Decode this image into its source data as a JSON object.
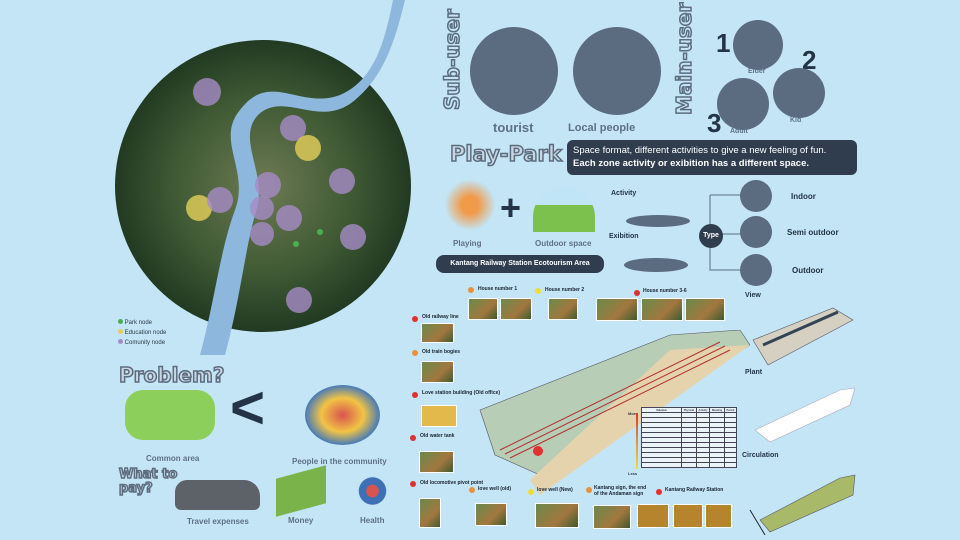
{
  "map": {
    "legend": [
      {
        "label": "Park node",
        "color": "#4caf50"
      },
      {
        "label": "Education node",
        "color": "#e5cf5a"
      },
      {
        "label": "Comunity node",
        "color": "#a68bc7"
      }
    ]
  },
  "users": {
    "sub_user_title": "Sub-user",
    "main_user_title": "Main-user",
    "tourist": "tourist",
    "local": "Local people",
    "elder": "Elder",
    "kid": "Kid",
    "adult": "Adult",
    "n1": "1",
    "n2": "2",
    "n3": "3"
  },
  "playpark": {
    "title": "Play-Park",
    "desc_line1": "Space format, different activities to give a new feeling of fun.",
    "desc_line2": "Each zone activity or exibition has a different space.",
    "playing": "Playing",
    "plus": "+",
    "outdoor_space": "Outdoor space",
    "area_badge": "Kantang Railway Station Ecotourism Area",
    "activity": "Activity",
    "exibition": "Exibition",
    "type": "Type",
    "indoor": "Indoor",
    "semi": "Semi outdoor",
    "outdoor": "Outdoor"
  },
  "problem": {
    "title": "Problem?",
    "common_area": "Common area",
    "less_than": "<",
    "people": "People in the community",
    "what_to_pay": "What to pay?",
    "travel": "Travel expenses",
    "money": "Money",
    "health": "Health"
  },
  "site": {
    "points": [
      {
        "label": "House number 1",
        "color": "#e8903a"
      },
      {
        "label": "House number 2",
        "color": "#eedc3a"
      },
      {
        "label": "House number 3-6",
        "color": "#e03030"
      },
      {
        "label": "Old railway line",
        "color": "#e03030"
      },
      {
        "label": "Old train bogies",
        "color": "#e8903a"
      },
      {
        "label": "Love station building (Old office)",
        "color": "#e03030"
      },
      {
        "label": "Old water tank",
        "color": "#e03030"
      },
      {
        "label": "Old locomotive pivot point",
        "color": "#e03030"
      },
      {
        "label": "love well (old)",
        "color": "#e8903a"
      },
      {
        "label": "love well (New)",
        "color": "#eedc3a"
      },
      {
        "label": "Kantang sign, the end of the Andaman sign",
        "color": "#e8903a"
      },
      {
        "label": "Kantang Railway Station",
        "color": "#e03030"
      }
    ],
    "table_headers": [
      "Valuation",
      "Physical",
      "Activity",
      "Meaning",
      "Period"
    ],
    "more": "More",
    "less": "Less"
  },
  "diagrams": {
    "view": "View",
    "plant": "Plant",
    "circulation": "Circulation"
  }
}
